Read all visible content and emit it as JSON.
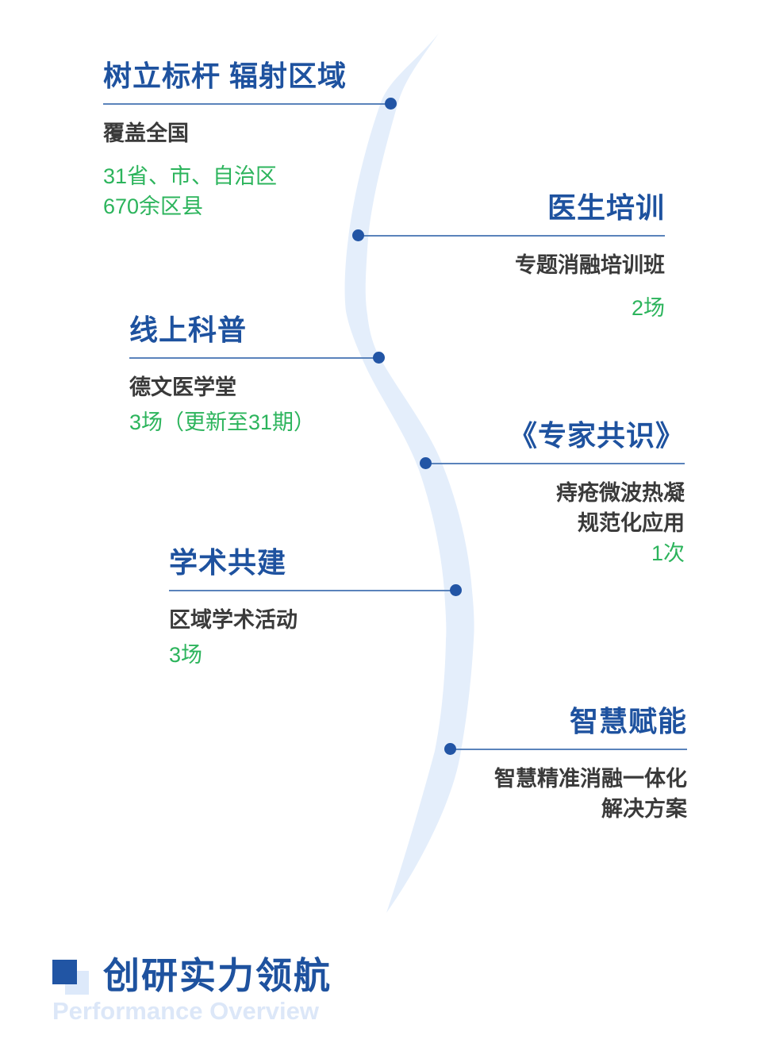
{
  "colors": {
    "title_blue": "#1E529F",
    "dot_blue": "#2255A5",
    "line_blue": "#5A83BB",
    "accent_green": "#2CB45C",
    "text_dark": "#3A3A3A",
    "ribbon": "#E4EEFB",
    "footer_sub": "#DCE7F8",
    "square_dark": "#2155A4",
    "square_light": "#DDE9FA"
  },
  "timeline": {
    "items": [
      {
        "side": "left",
        "title": "树立标杆 辐射区域",
        "lines": [
          {
            "text": "覆盖全国",
            "style": "dark"
          },
          {
            "text": "31省、市、自治区",
            "style": "green"
          },
          {
            "text": "670余区县",
            "style": "green"
          }
        ]
      },
      {
        "side": "right",
        "title": "医生培训",
        "lines": [
          {
            "text": "专题消融培训班",
            "style": "dark"
          },
          {
            "text": "2场",
            "style": "green"
          }
        ]
      },
      {
        "side": "left",
        "title": "线上科普",
        "lines": [
          {
            "text": "德文医学堂",
            "style": "dark"
          },
          {
            "text": "3场（更新至31期）",
            "style": "green"
          }
        ]
      },
      {
        "side": "right",
        "title": "《专家共识》",
        "lines": [
          {
            "text": "痔疮微波热凝",
            "style": "dark"
          },
          {
            "text": "规范化应用",
            "style": "dark"
          },
          {
            "text": "1次",
            "style": "green"
          }
        ]
      },
      {
        "side": "left",
        "title": "学术共建",
        "lines": [
          {
            "text": "区域学术活动",
            "style": "dark"
          },
          {
            "text": "3场",
            "style": "green"
          }
        ]
      },
      {
        "side": "right",
        "title": "智慧赋能",
        "lines": [
          {
            "text": "智慧精准消融一体化",
            "style": "dark"
          },
          {
            "text": "解决方案",
            "style": "dark"
          }
        ]
      }
    ]
  },
  "footer": {
    "title": "创研实力领航",
    "subtitle": "Performance Overview"
  }
}
